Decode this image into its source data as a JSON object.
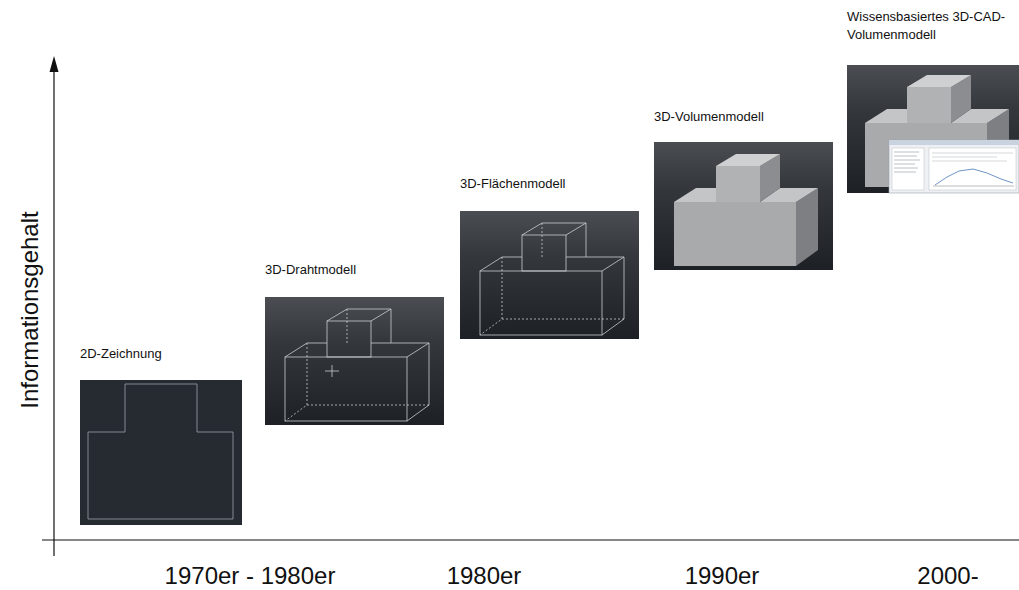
{
  "diagram": {
    "nodes": [
      {
        "text": [
          "2D-Zeichnung"
        ]
      },
      {
        "text": [
          "3D-Drahtmodell"
        ]
      },
      {
        "text": [
          "3D-Flächenmodell"
        ]
      },
      {
        "text": [
          "3D-Volumenmodell"
        ]
      },
      {
        "text": [
          "Wissensbasiertes 3D-CAD-Volumenmodell"
        ]
      }
    ],
    "labels": [
      "Informationsgehalt",
      "1970er - 1980er",
      "1980er",
      "1990er",
      "2000-"
    ]
  }
}
